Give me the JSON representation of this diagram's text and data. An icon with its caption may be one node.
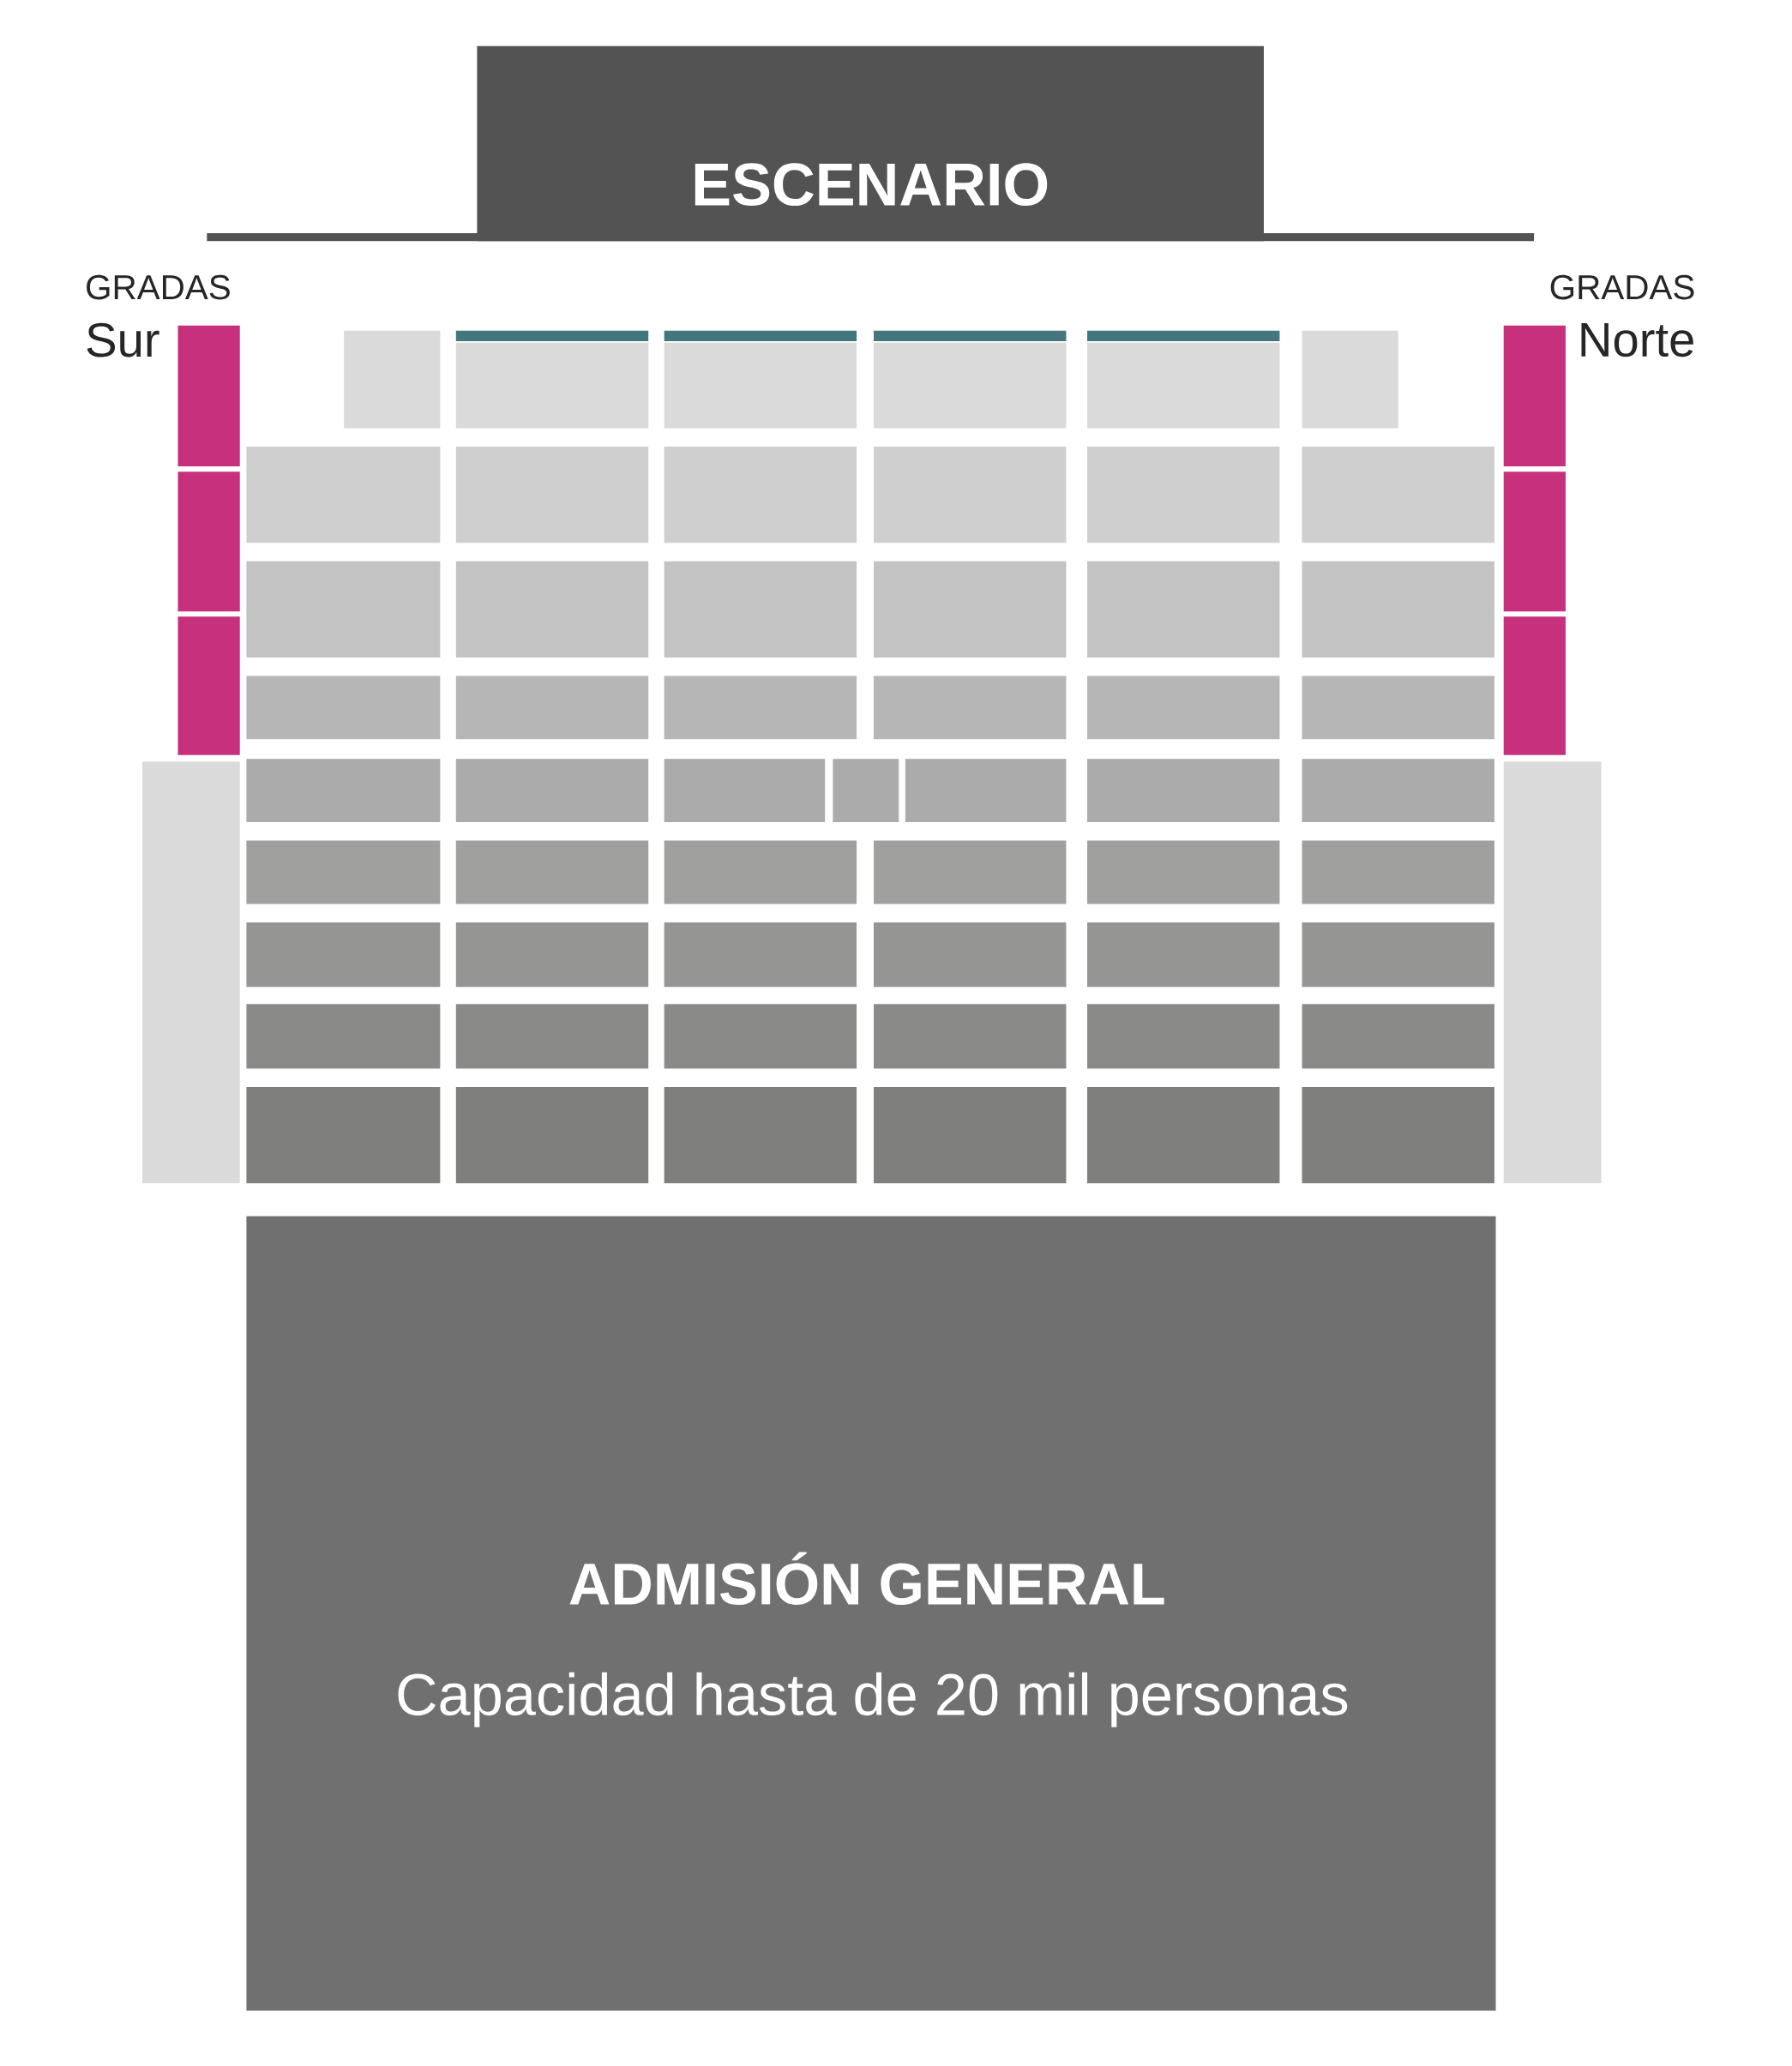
{
  "diagram": {
    "nodes": [
      {
        "text": [
          "ESCENARIO"
        ]
      },
      {
        "text": [
          "ADMISIÓN GENERAL",
          "Capacidad hasta de 20 mil personas"
        ]
      }
    ],
    "labels": [
      "GRADAS",
      "Sur",
      "GRADAS",
      "Norte"
    ]
  }
}
